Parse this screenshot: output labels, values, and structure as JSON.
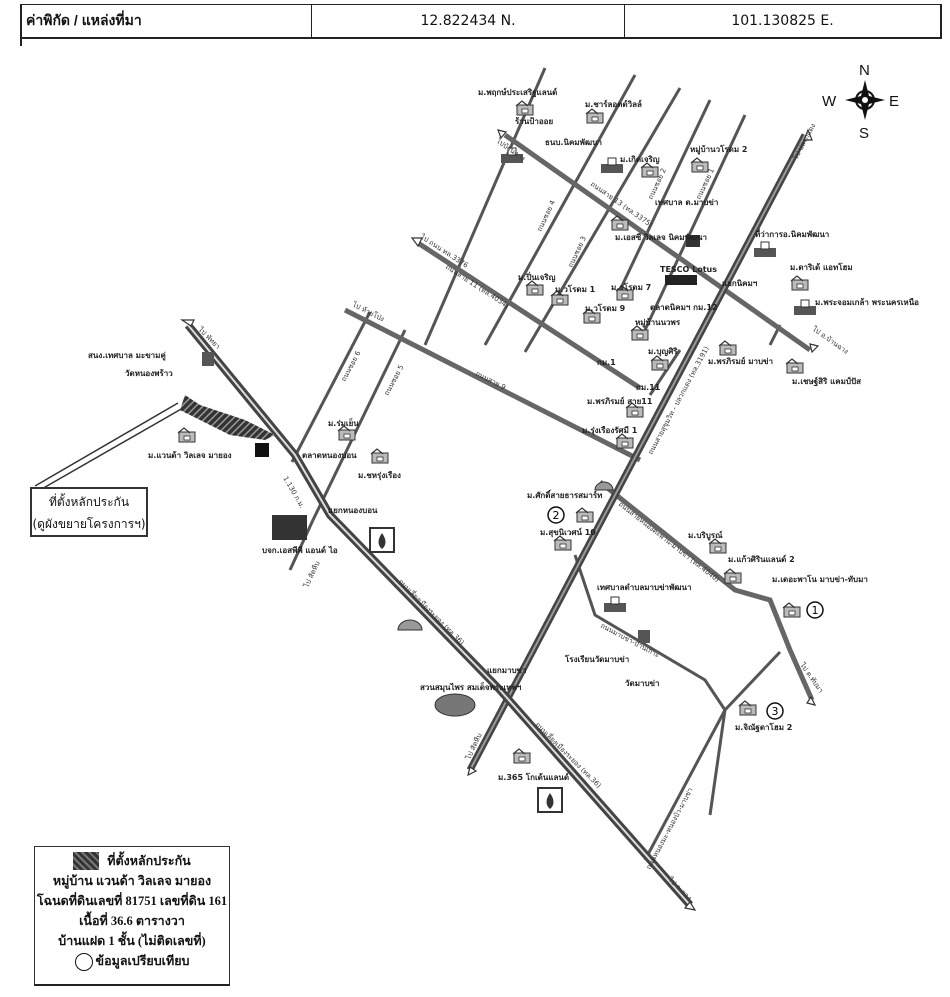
{
  "header": {
    "label": "ค่าพิกัด / แหล่งที่มา",
    "latitude": "12.822434  N.",
    "longitude": "101.130825 E."
  },
  "compass": {
    "n": "N",
    "s": "S",
    "e": "E",
    "w": "W"
  },
  "callout": {
    "line1": "ที่ตั้งหลักประกัน",
    "line2": "(ดูผังขยายโครงการฯ)"
  },
  "roads": {
    "r13": "ถนนสาย 13 (ทล.3375)",
    "r11": "ถนนสาย 11 (ทล.4034)",
    "r9": "ถนนสาย 9",
    "sukhumvit": "ถนนสายสุขุมวิท - ปลวกแดง (ทล.3191)",
    "bypass1": "ถนนเลี่ยงเมืองระยอง (ทล.36)",
    "bypass2": "ถนนเลี่ยงเมืองระยอง (ทล.36)",
    "nongtaphan": "ถนนสายหนองตะพาน-มาบข่า (ทล.4040)",
    "mabkha": "ถนนมาบข่า-บ้านเกาะ",
    "nongma": "ถนนหนองมะ-หนองบัว-มาบข่า",
    "soi1": "ถนนซอย 1",
    "soi2": "ถนนซอย 2",
    "soi3": "ถนนซอย 3",
    "soi4": "ถนนซอย 4",
    "soi5": "ถนนซอย 5",
    "soi6": "ถนนซอย 6",
    "dist": "1.130 ก.ม."
  },
  "directions": {
    "pattaya": "ไป พัทยา",
    "rayong": "ไป ระยอง",
    "sattahip1": "ไป สัตหีบ",
    "sattahip2": "ไป สัตหีบ",
    "pluakdaeng": "ไป ปลวกแดง",
    "banchang": "ไป อ.บ้านฉาง",
    "thapma": "ไป ต.ทับมา",
    "rd3376": "ไป ถนน ทล.3376",
    "huaipong": "ไป ห้วยโป่ง",
    "banplaenglek": "ไปบ้านฉาง"
  },
  "places": [
    "ม.พฤกษ์ประเสริฐแลนด์",
    "ม.ชาร์ลอตต์วิลล์",
    "ร้านป้าออย",
    "ธนบ.นิคมพัฒนา",
    "ม.เกิดเจริญ",
    "หมู่บ้านวโรดม 2",
    "เทศบาล ต.มาบข่า",
    "ม.เอสซี วิลเลจ นิคมพัฒนา",
    "ที่ว่าการอ.นิคมพัฒนา",
    "แยกนิคมฯ",
    "ม.ดาริเด้ แอทโฮม",
    "ม.พระจอมเกล้า พระนครเหนือ",
    "ม.ปิ่นเจริญ",
    "ม.วโรดม 1",
    "ม.วโรดม 7",
    "ม.วโรดม 9",
    "ตลาดนิคมฯ กม.12",
    "หมู่บ้านนวพร",
    "ม.บุญศิริ",
    "กม.1",
    "กม.11",
    "ม.พรภิรมย์ มาบข่า",
    "ม.เชษฐ์สิริ แคมป์ปัส",
    "ม.พรภิรมย์ สาย11",
    "ม.รุ่งเรืองรัศมี 1",
    "ม.ศักดิ์สายธารสมาร์ท",
    "ม.สุขนิเวศน์ 10",
    "ม.บริบูรณ์",
    "ม.แก้วศิรินแลนด์ 2",
    "ม.เดอะพาโน มาบข่า-ทับมา",
    "เทศบาลตำบลมาบข่าพัฒนา",
    "โรงเรียนวัดมาบข่า",
    "วัดมาบข่า",
    "ม.จิณัฐดาโฮม 2",
    "ม.365 โกเด้นแลนด์",
    "สวนสมุนไพร สมเด็จพระเทพฯ",
    "แยกมาบข่า",
    "บจก.เอสพีพี แอนด์ ไอ",
    "แยกหนองบอน",
    "ตลาดหนองบอน",
    "ม.ชหรุ่งเรือง",
    "ม.ร่มเย็น",
    "ม.แวนด้า วิลเลจ มายอง",
    "สนง.เทศบาล มะขามคู่",
    "วัดหนองพร้าว",
    "TESCO Lotus"
  ],
  "markers": [
    "1",
    "2",
    "3"
  ],
  "legend": {
    "title": "ที่ตั้งหลักประกัน",
    "line1": "หมู่บ้าน แวนด้า วิลเลจ มายอง",
    "line2": "โฉนดที่ดินเลขที่ 81751 เลขที่ดิน 161",
    "line3": "เนื้อที่ 36.6 ตารางวา",
    "line4": "บ้านแฝด 1 ชั้น (ไม่ติดเลขที่)",
    "line5": "ข้อมูลเปรียบเทียบ"
  }
}
